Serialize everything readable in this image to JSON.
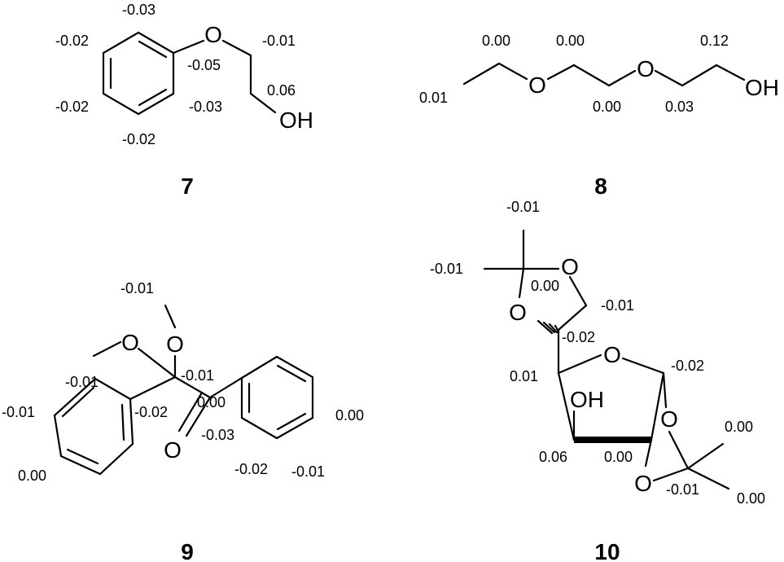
{
  "compounds": [
    {
      "id": "7",
      "atoms": [
        "O",
        "OH"
      ],
      "charges": [
        "-0.03",
        "-0.02",
        "-0.05",
        "-0.01",
        "-0.02",
        "-0.03",
        "0.06",
        "-0.02"
      ]
    },
    {
      "id": "8",
      "atoms": [
        "O",
        "O",
        "OH"
      ],
      "charges": [
        "0.00",
        "0.00",
        "0.12",
        "0.01",
        "0.00",
        "0.03"
      ]
    },
    {
      "id": "9",
      "atoms": [
        "O",
        "O",
        "O"
      ],
      "charges": [
        "-0.01",
        "-0.01",
        "-0.01",
        "-0.01",
        "0.00",
        "-0.02",
        "-0.03",
        "0.00",
        "0.00",
        "-0.02",
        "-0.01"
      ]
    },
    {
      "id": "10",
      "atoms": [
        "O",
        "O",
        "O",
        "OH",
        "O",
        "O"
      ],
      "charges": [
        "-0.01",
        "-0.01",
        "0.00",
        "-0.01",
        "-0.02",
        "-0.02",
        "0.01",
        "0.06",
        "0.00",
        "0.00",
        "-0.01",
        "0.00"
      ]
    }
  ]
}
